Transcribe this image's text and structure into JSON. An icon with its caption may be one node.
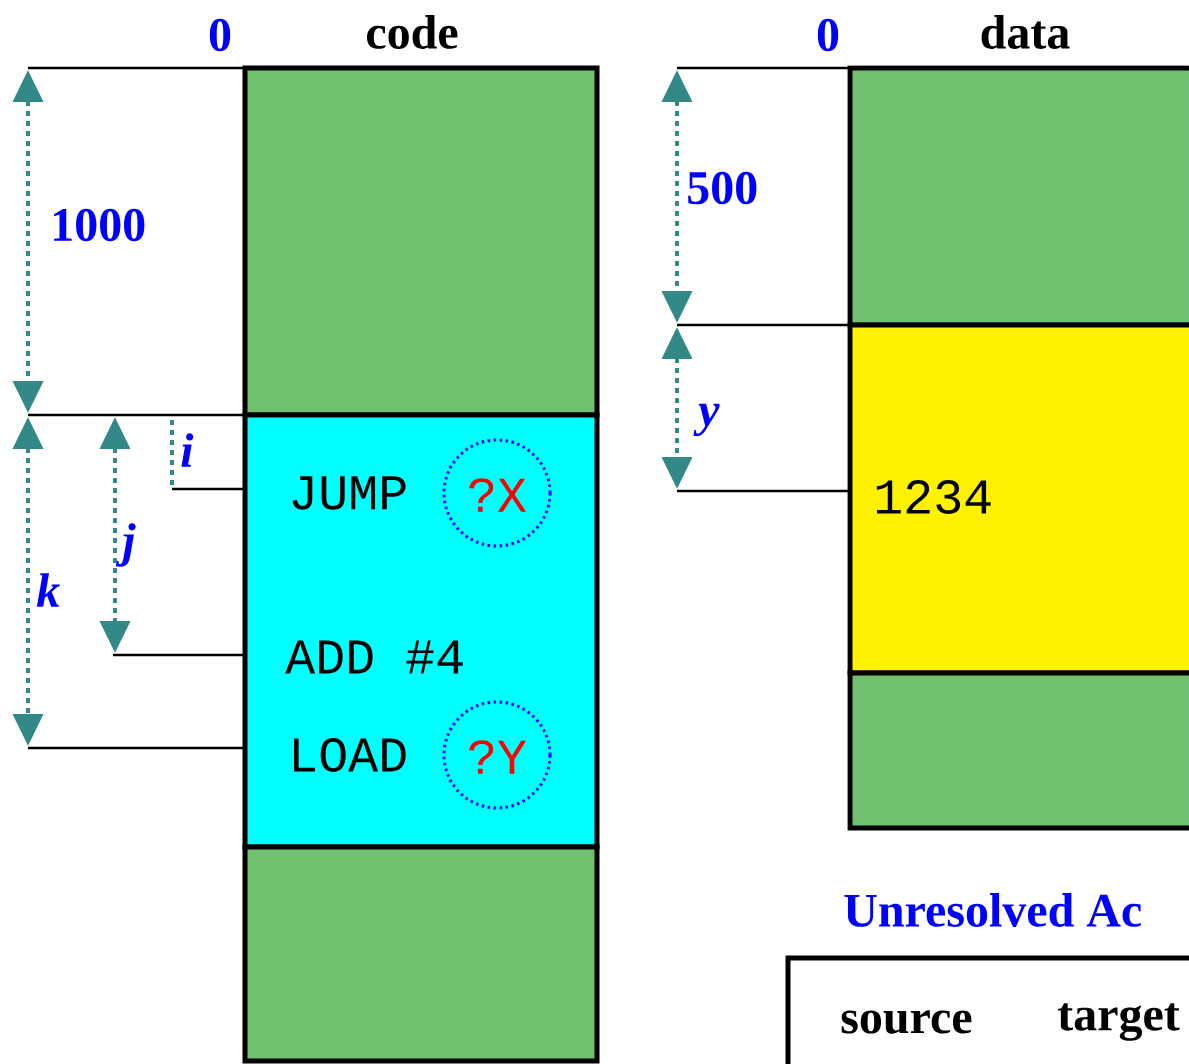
{
  "diagram": {
    "nodes": [
      {
        "text": [],
        "shape": "box",
        "beside": [
          "code"
        ]
      },
      {
        "text": [
          "JUMP",
          "ADD #4",
          "LOAD"
        ]
      },
      {
        "text": [
          "?X"
        ],
        "in": 1
      },
      {
        "text": [
          "?Y"
        ],
        "in": 1
      },
      {
        "text": [],
        "shape": "box"
      },
      {
        "text": [],
        "shape": "box",
        "beside": [
          "data"
        ]
      },
      {
        "text": [
          "1234"
        ]
      },
      {
        "text": [],
        "shape": "box"
      },
      {
        "text": [
          "source",
          "target"
        ]
      }
    ],
    "labels": [
      "0",
      "0",
      "1000",
      "i",
      "500",
      "j",
      "y",
      "k",
      "Unresolved Ac"
    ]
  }
}
